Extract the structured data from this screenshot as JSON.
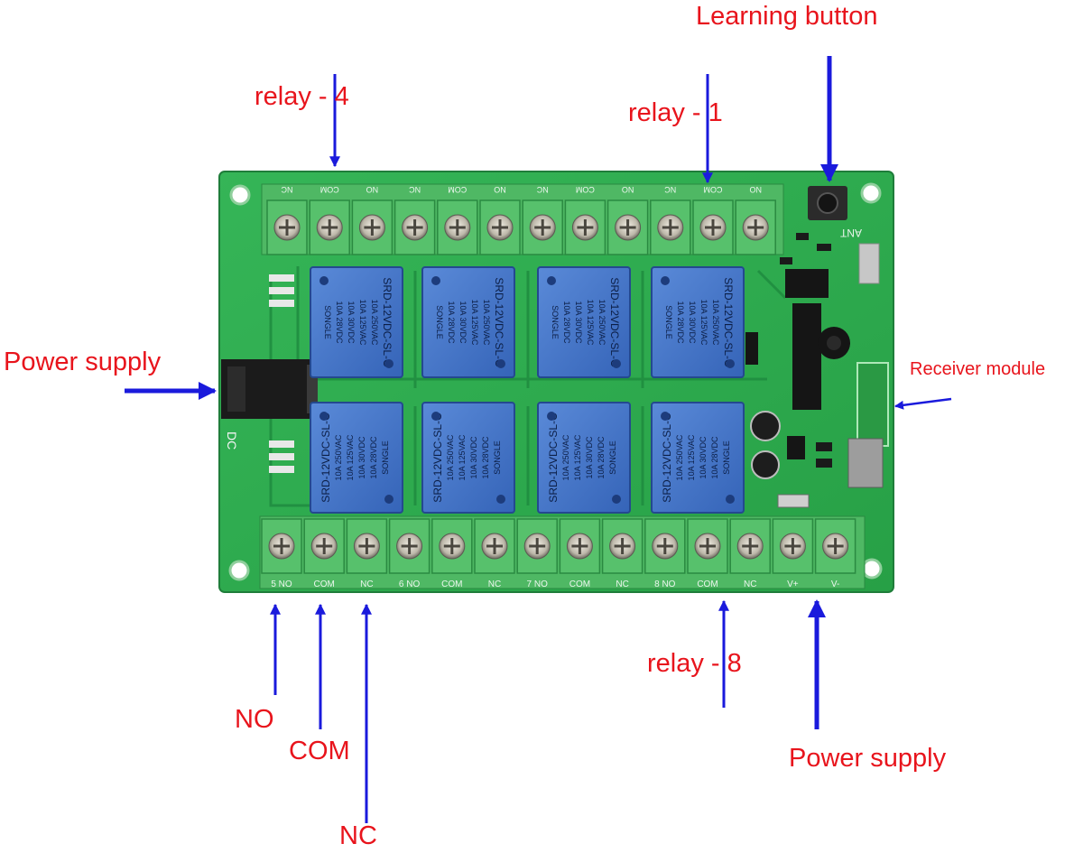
{
  "labels": {
    "learning_button": "Learning button",
    "relay_4": "relay - 4",
    "relay_1": "relay - 1",
    "relay_8": "relay - 8",
    "power_supply_left": "Power supply",
    "power_supply_bottom": "Power supply",
    "receiver_module": "Receiver module",
    "no": "NO",
    "com": "COM",
    "nc": "NC"
  },
  "board": {
    "dc_label": "DC",
    "top_terminal_labels": [
      "NC",
      "COM",
      "NO",
      "NC",
      "COM",
      "NO",
      "NC",
      "COM",
      "NO",
      "NC",
      "COM",
      "NO"
    ],
    "bottom_terminal_labels": [
      "5 NO",
      "COM",
      "NC",
      "6 NO",
      "COM",
      "NC",
      "7 NO",
      "COM",
      "NC",
      "8 NO",
      "COM",
      "NC",
      "V+",
      "V-"
    ],
    "relay_text": [
      "SRD-12VDC-SL-C",
      "10A 250VAC",
      "10A 125VAC",
      "10A 30VDC",
      "10A 28VDC",
      "SONGLE"
    ],
    "ant_label": "ANT"
  },
  "colors": {
    "label": "#e8141c",
    "arrow": "#1a1adc",
    "pcb": "#2fa94e",
    "relay": "#3f73c9",
    "terminal": "#54c06a"
  }
}
